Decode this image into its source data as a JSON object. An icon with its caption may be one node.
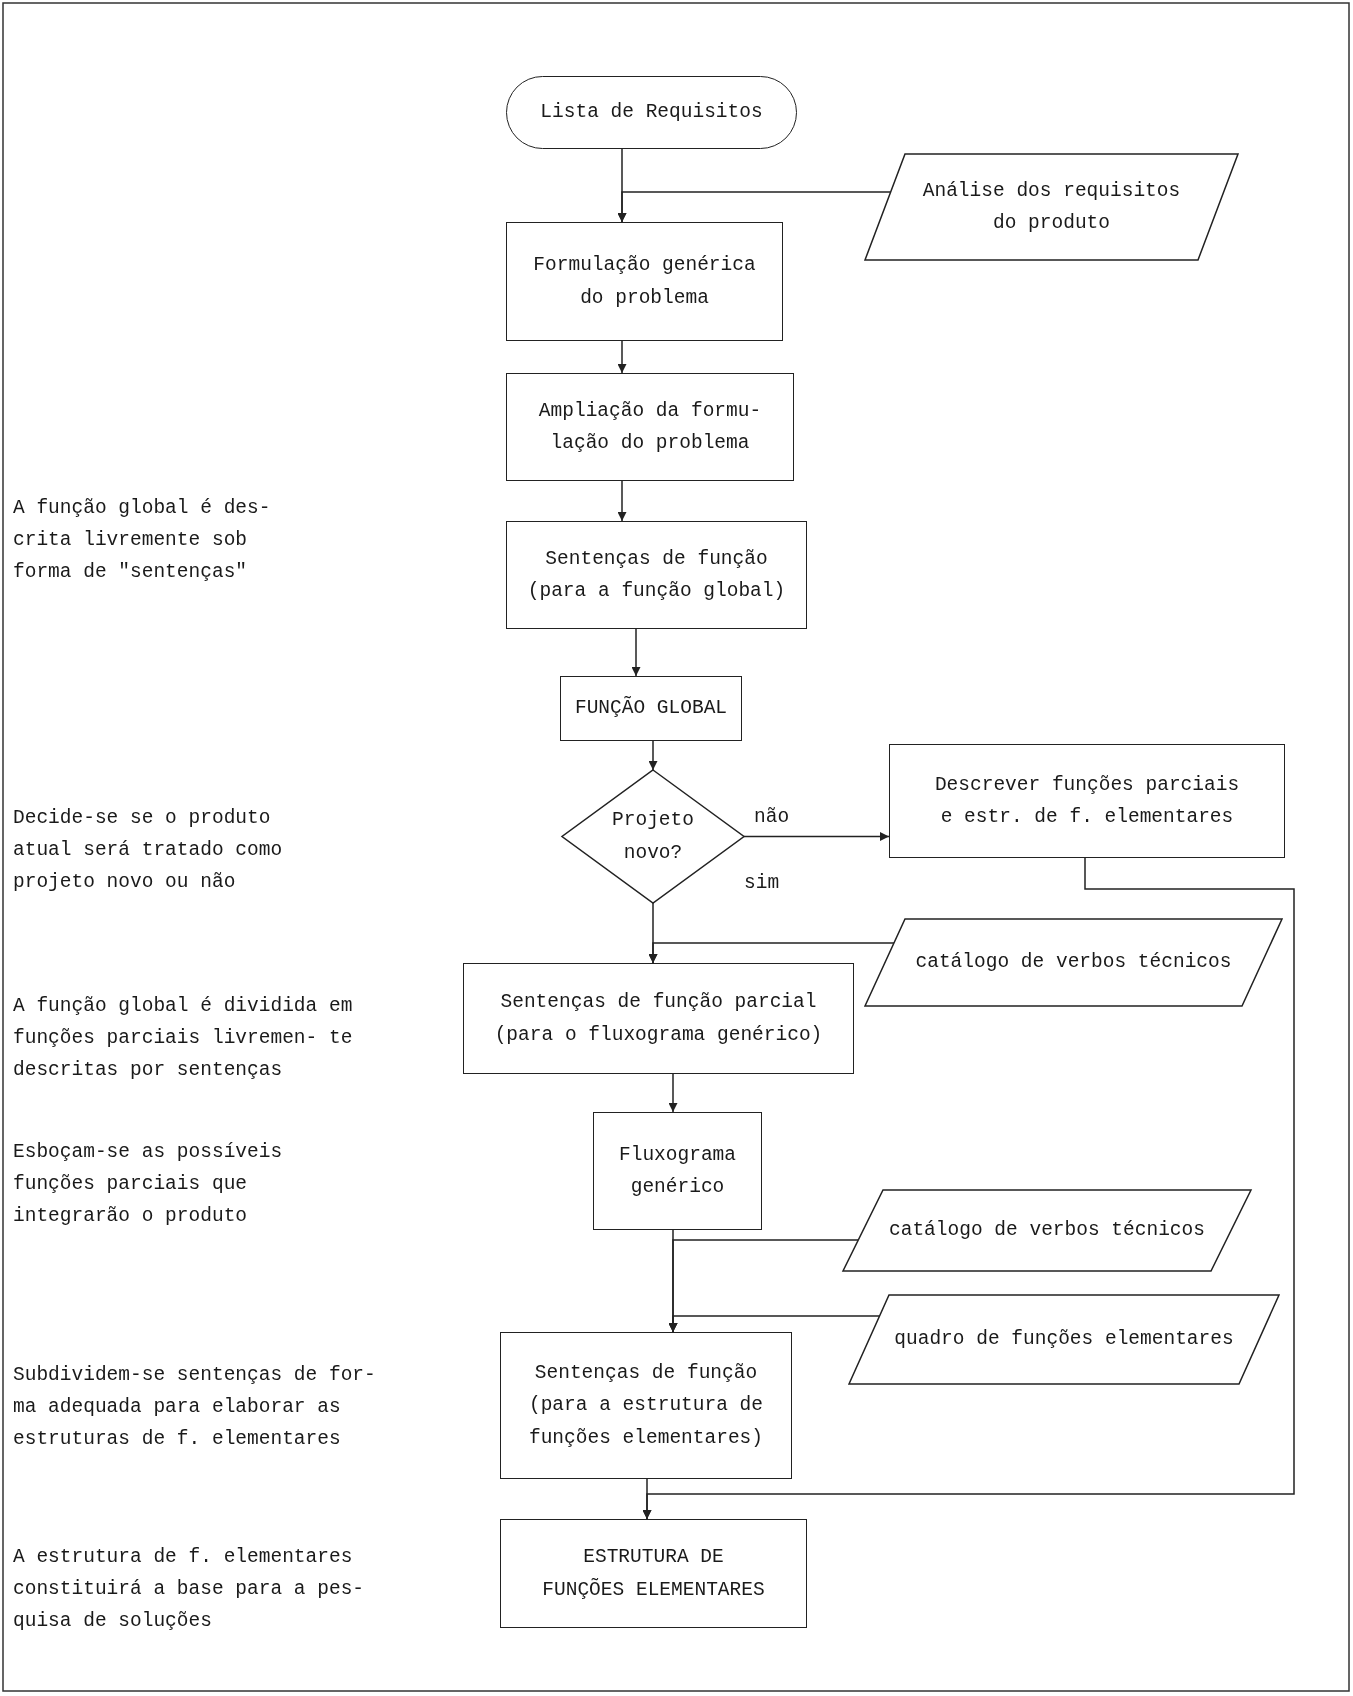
{
  "diagram": {
    "nodes": [
      {
        "text": [
          "Lista de Requisitos"
        ]
      },
      {
        "text": [
          "Análise dos requisitos do produto"
        ]
      },
      {
        "text": [
          "Formulação genérica do problema"
        ]
      },
      {
        "text": [
          "Ampliação da formu- lação do problema"
        ]
      },
      {
        "text": [
          "Sentenças de função (para a função global)"
        ]
      },
      {
        "text": [
          "FUNÇÃO GLOBAL"
        ]
      },
      {
        "text": [
          "Projeto novo?"
        ]
      },
      {
        "text": [
          "Descrever funções parciais e estr. de f. elementares"
        ]
      },
      {
        "text": [
          "catálogo de verbos técnicos"
        ]
      },
      {
        "text": [
          "Sentenças de função parcial (para o fluxograma genérico)"
        ]
      },
      {
        "text": [
          "Fluxograma genérico"
        ]
      },
      {
        "text": [
          "catálogo de verbos técnicos"
        ]
      },
      {
        "text": [
          "quadro de funções elementares"
        ]
      },
      {
        "text": [
          "Sentenças de função (para a estrutura de funções elementares)"
        ]
      },
      {
        "text": [
          "ESTRUTURA DE FUNÇÕES ELEMENTARES"
        ]
      }
    ],
    "edges": [
      {
        "from": 0,
        "to": 2,
        "arrow": "to"
      },
      {
        "from": 1,
        "to": 2,
        "arrow": "to"
      },
      {
        "from": 2,
        "to": 3,
        "arrow": "to"
      },
      {
        "from": 3,
        "to": 4,
        "arrow": "to"
      },
      {
        "from": 4,
        "to": 5,
        "arrow": "to"
      },
      {
        "from": 5,
        "to": 6,
        "arrow": "to"
      },
      {
        "from": 6,
        "to": 7,
        "arrow": "to",
        "label": "não"
      },
      {
        "from": 6,
        "to": 9,
        "arrow": "to",
        "label": "sim"
      },
      {
        "from": 8,
        "to": 9,
        "arrow": "to"
      },
      {
        "from": 9,
        "to": 10,
        "arrow": "to"
      },
      {
        "from": 10,
        "to": 13,
        "arrow": "to"
      },
      {
        "from": 11,
        "to": 13,
        "arrow": "to"
      },
      {
        "from": 12,
        "to": 13,
        "arrow": "to"
      },
      {
        "from": 7,
        "to": 14,
        "arrow": "to"
      },
      {
        "from": 13,
        "to": 14,
        "arrow": "to"
      }
    ],
    "labels": [
      "A função global é des- crita livremente sob forma de \"sentenças\"",
      "Decide-se se o produto atual será tratado como projeto novo ou não",
      "A função global é dividida em funções parciais livremen- te descritas por sentenças",
      "Esboçam-se as possíveis funções parciais que integrarão o produto",
      "Subdividem-se sentenças de for- ma adequada para elaborar as estruturas de f. elementares",
      "A estrutura de f. elementares constituirá a base para a pes- quisa de soluções"
    ]
  }
}
